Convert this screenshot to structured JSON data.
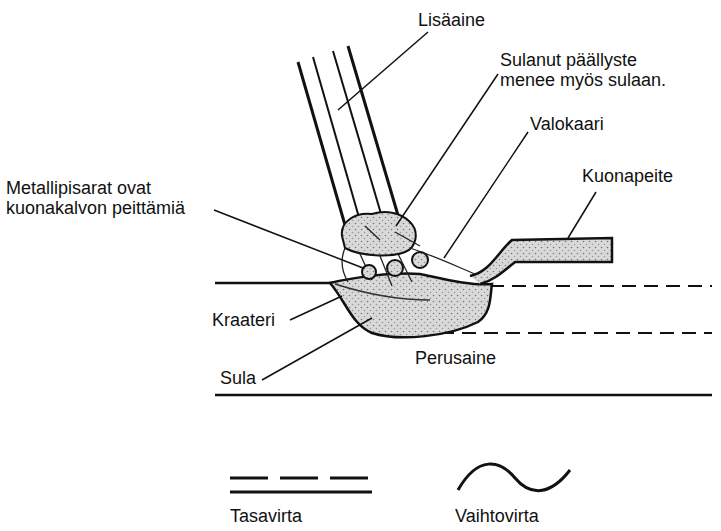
{
  "diagram": {
    "labels": [
      "Lisäaine",
      "Sulanut päällyste menee myös sulaan.",
      "Valokaari",
      "Metallipisarat ovat kuonakalvon peittämiä",
      "Kuonapeite",
      "Kraateri",
      "Sula",
      "Perusaine"
    ],
    "legend": [
      {
        "text": "Tasavirta"
      },
      {
        "text": "Vaihtovirta"
      }
    ]
  }
}
